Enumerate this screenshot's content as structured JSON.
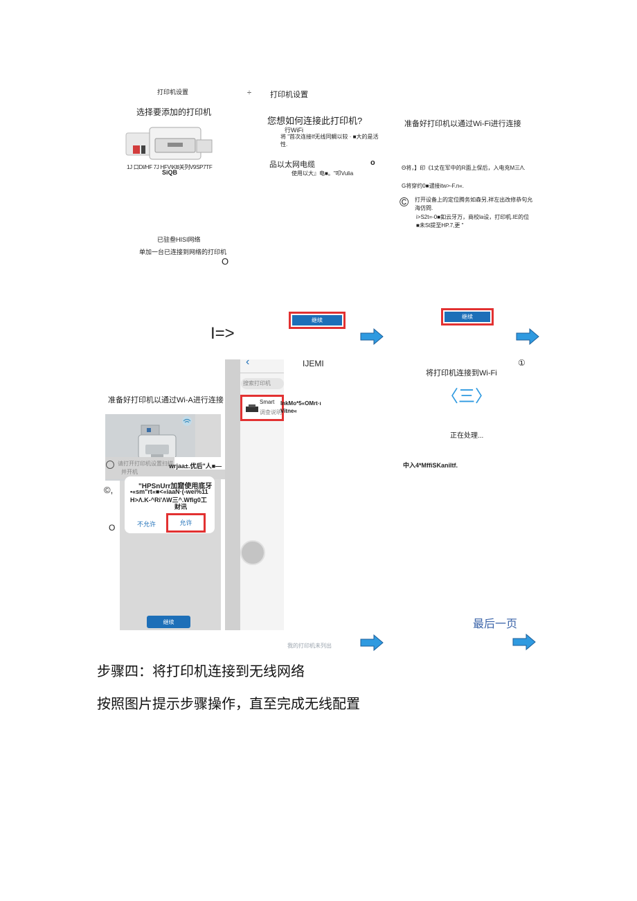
{
  "panel1": {
    "header": "打印机设置",
    "title": "选择要添加的打印机",
    "printer_model_line": "1J  口DI/HF 7J HFV\\Kltl关列V9SP7TF",
    "printer_short": "SiQB",
    "network_line": "已驻叁HISI网络",
    "subtitle": "单加一台已连接到网络的打印机",
    "circle_glyph": "O"
  },
  "panel2": {
    "plus": "÷",
    "header": "打印机设置",
    "question": "您想如何连接此打印机?",
    "wifi_title": "行WiFi",
    "wifi_desc_1": "将 \"首次连接If无线同鲷以较 · ■大的是活",
    "wifi_desc_2": "性.",
    "ethernet_title": "品以太网电缆",
    "ethernet_mark": "o",
    "ethernet_desc": "使用以大』电■。\"叩Vulia"
  },
  "panel3": {
    "title": "准备好打印机以通过Wi-Fi进行连接",
    "line1": "Θ将，】印《1丈在军中的R面上保后，入电充M三Λ.",
    "line2": "G将穿约0■谴接itw>-F.n«.",
    "icon_glyph": "©",
    "line3a": "打开设备上的定位腾务如森另,祥左出改修恭句允",
    "line3b": "海仿問.",
    "line4a": "i>S2t=-0■釦云牙万，商校la设，打印机.IE的位",
    "line4b": "■未St提至HP.7,更  \""
  },
  "row2": {
    "arrow_text": "I=>",
    "continue_btn_1": "继续",
    "continue_btn_2": "继续"
  },
  "panel4": {
    "title": "准备好打印机以通过Wi-A进行连接",
    "overlay_line": "wrjaa±.优后\"人■—",
    "dialog_title": "\"HPSnUrr加窟使用底牙",
    "dialog_line1": "•«sm\"rt«■<«iaaN·(-wei%11",
    "dialog_line2": "H>Λ.K-^Ri'ΛW三^.Wflg0工",
    "dialog_line3": "财讯",
    "dont_allow": "不允许",
    "allow": "允许",
    "side_glyph": "©,",
    "circle_glyph": "O",
    "continue_btn": "继续",
    "hint_gray": "请打开打印机设置扫描",
    "hint_gray2": "并开机"
  },
  "panel5": {
    "header": "IJEMI",
    "search_placeholder": "搜索打印机",
    "item_title": "Smart",
    "item_sub": "调查说明",
    "item_ocr1": "lnkMo*5«OMrt·ι",
    "item_ocr2": "Vitne«",
    "not_listed": "我的打印机未列出"
  },
  "panel6": {
    "circle_num": "①",
    "title": "将打印机连接到Wi-Fi",
    "icon": "〈三〉",
    "processing": "正在处理...",
    "status": "中入4*MffiSKaniltf.",
    "last_page": "最后一页"
  },
  "doc": {
    "heading": "步骤四：将打印机连接到无线网络",
    "body": "按照图片提示步骤操作，直至完成无线配置"
  },
  "colors": {
    "accent_blue": "#1d6fb8",
    "highlight_red": "#e23131",
    "arrow_fill": "#2f9ae0",
    "last_page_color": "#3a63a8"
  }
}
